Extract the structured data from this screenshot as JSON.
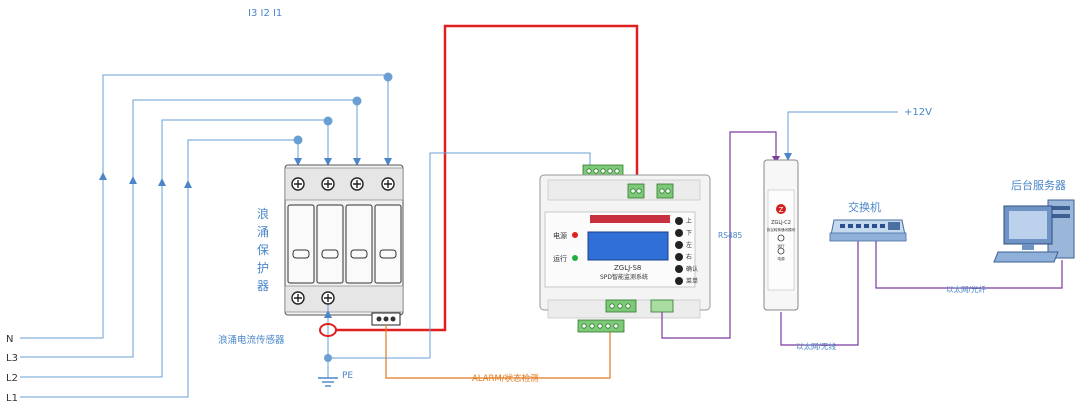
{
  "phase_labels_top": "I3 I2 I1",
  "lines": {
    "n": "N",
    "l3": "L3",
    "l2": "L2",
    "l1": "L1"
  },
  "spd_label": [
    "浪",
    "涌",
    "保",
    "护",
    "器"
  ],
  "sensor_label": "浪涌电流传感器",
  "pe_label": "PE",
  "alarm_label": "ALARM/状态检测",
  "monitor": {
    "power_label": "电源",
    "run_label": "运行",
    "model": "ZGLJ-S8",
    "subtitle": "SPD智能监测系统",
    "buttons": [
      "上",
      "下",
      "左",
      "右",
      "确认",
      "菜单"
    ]
  },
  "rs485_label": "RS485",
  "converter": {
    "brand": "ZGLJ-C2",
    "text": "协议转换通讯模块",
    "led1": "运行",
    "led2": "电源"
  },
  "power_label": "+12V",
  "switch_label": "交换机",
  "server_label": "后台服务器",
  "eth_wireless_label": "以太网/无线",
  "eth_fiber_label": "以太网/光纤",
  "colors": {
    "blue": "#6a9fd4",
    "red": "#e02020",
    "orange": "#e07a20",
    "purple": "#7a3aa0"
  }
}
